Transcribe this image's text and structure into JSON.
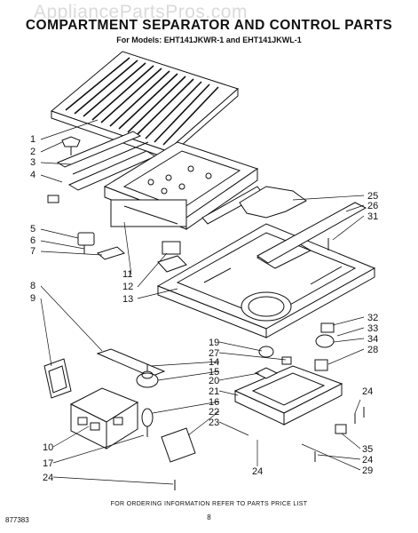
{
  "watermark": "AppliancePartsPros.com",
  "header": {
    "title": "COMPARTMENT SEPARATOR AND CONTROL PARTS",
    "subtitle": "For Models: EHT141JKWR-1 and EHT141JKWL-1"
  },
  "footer": {
    "note": "FOR ORDERING INFORMATION REFER TO PARTS PRICE LIST",
    "page_number": "8",
    "catalog_number": "877383"
  },
  "callouts": {
    "c1": "1",
    "c2": "2",
    "c3": "3",
    "c4": "4",
    "c5": "5",
    "c6": "6",
    "c7": "7",
    "c8": "8",
    "c9": "9",
    "c10": "10",
    "c11": "11",
    "c12": "12",
    "c13": "13",
    "c14": "14",
    "c15": "15",
    "c16": "16",
    "c17": "17",
    "c19": "19",
    "c20": "20",
    "c21": "21",
    "c22": "22",
    "c23": "23",
    "c24a": "24",
    "c24b": "24",
    "c24c": "24",
    "c24d": "24",
    "c25": "25",
    "c26": "26",
    "c27": "27",
    "c28": "28",
    "c29": "29",
    "c31": "31",
    "c32": "32",
    "c33": "33",
    "c34": "34",
    "c35": "35"
  }
}
